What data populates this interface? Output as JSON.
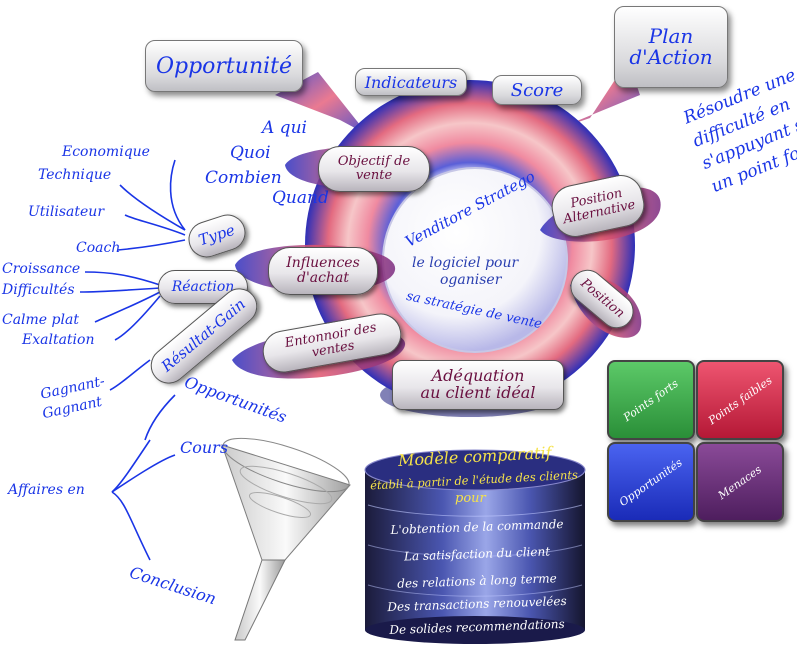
{
  "top": {
    "opportunite": "Opportunité",
    "indicateurs": "Indicateurs",
    "score": "Score",
    "plan_action_1": "Plan",
    "plan_action_2": "d'Action"
  },
  "questions": [
    "A qui",
    "Quoi",
    "Combien",
    "Quand"
  ],
  "ring": {
    "circular_text": "Venditore Stratego",
    "center_line1": "le logiciel pour",
    "center_line2": "oganiser",
    "bottom_circular": "sa stratégie de vente"
  },
  "pills": {
    "objectif": [
      "Objectif de",
      "vente"
    ],
    "influences": [
      "Influences",
      "d'achat"
    ],
    "entonnoir": [
      "Entonnoir des",
      "ventes"
    ],
    "position_alt": [
      "Position",
      "Alternative"
    ],
    "position": "Position",
    "adequation": [
      "Adéquation",
      "au client idéal"
    ],
    "type": "Type",
    "reaction": "Réaction",
    "resultat": "Résultat-Gain"
  },
  "right_text": [
    "Résoudre une",
    "difficulté en",
    "s'appuyant sur",
    "un point fort"
  ],
  "left_branches": {
    "type": [
      "Economique",
      "Technique",
      "Utilisateur",
      "Coach"
    ],
    "reaction": [
      "Croissance",
      "Difficultés",
      "Calme plat",
      "Exaltation"
    ],
    "gain": [
      "Gagnant-",
      "Gagnant"
    ]
  },
  "funnel_branches": {
    "opportunites": "Opportunités",
    "cours": "Cours",
    "affaires": "Affaires en",
    "conclusion": "Conclusion"
  },
  "swot": {
    "forts": "Points forts",
    "faibles": "Points faibles",
    "opportunites": "Opportunités",
    "menaces": "Menaces"
  },
  "cylinder": {
    "title": "Modèle comparatif",
    "subtitle": "établi à partir de l'étude des clients",
    "pour": "pour",
    "lines": [
      "L'obtention de la commande",
      "La satisfaction du client",
      "des relations à long terme",
      "Des transactions renouvelées",
      "De solides recommendations"
    ]
  },
  "colors": {
    "text_blue": "#1a35e6",
    "text_purple": "#6a1040",
    "ring_blue": "#3a3fc8",
    "ring_red": "#e0405a",
    "swot_green": "#3aa548",
    "swot_red": "#d4284a",
    "swot_blue": "#2540d8",
    "swot_purple": "#6b2a7a",
    "cylinder_gold": "#f5e24a"
  }
}
